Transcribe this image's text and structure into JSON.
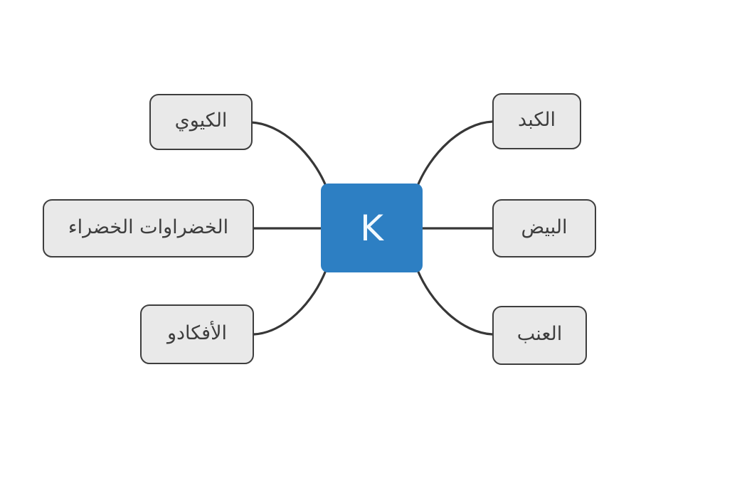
{
  "diagram": {
    "center": {
      "label": "K"
    },
    "nodes": [
      {
        "id": "kiwi",
        "label": "الكيوي"
      },
      {
        "id": "green_vegetables",
        "label": "الخضراوات الخضراء"
      },
      {
        "id": "avocado",
        "label": "الأفكادو"
      },
      {
        "id": "liver",
        "label": "الكبد"
      },
      {
        "id": "eggs",
        "label": "البيض"
      },
      {
        "id": "grapes",
        "label": "العنب"
      }
    ],
    "colors": {
      "center_fill": "#2d7fc3",
      "center_text": "#f2f9ff",
      "node_fill": "#e9e9e9",
      "node_border": "#3e3e3e",
      "connector": "#373737",
      "label_text": "#3d3d3d",
      "background": "#ffffff"
    }
  }
}
